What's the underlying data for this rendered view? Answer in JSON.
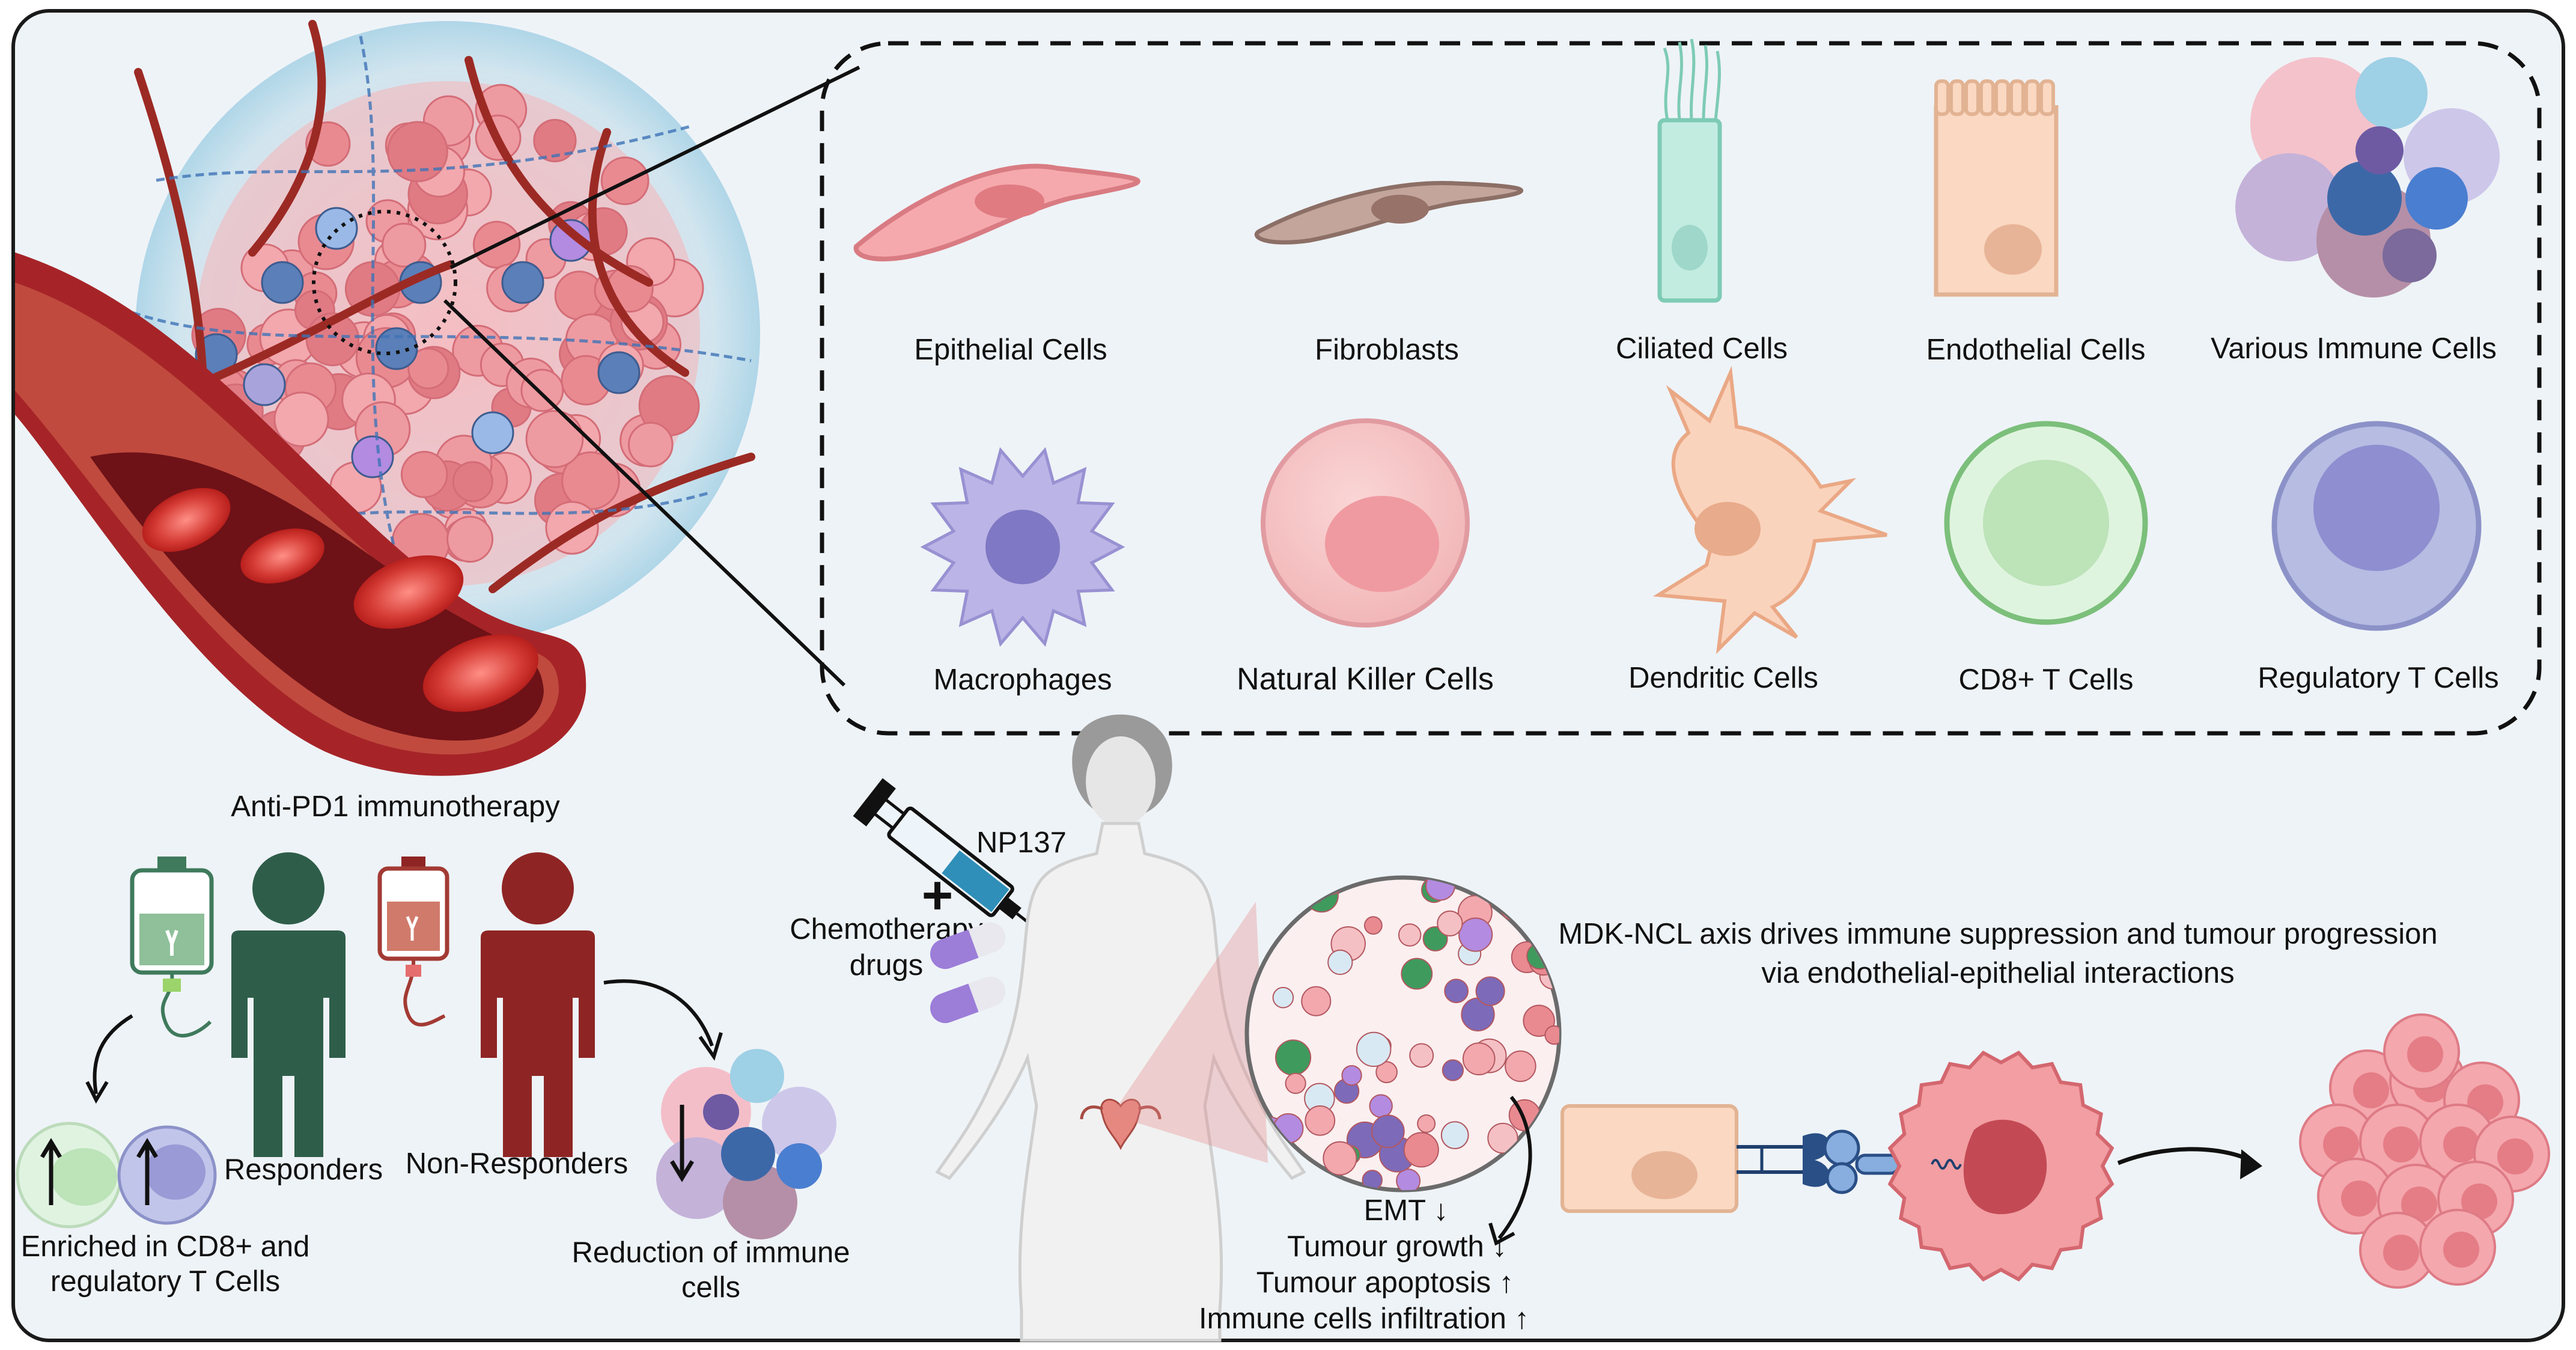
{
  "cell_types": {
    "row1": [
      "Epithelial Cells",
      "Fibroblasts",
      "Ciliated Cells",
      "Endothelial Cells",
      "Various Immune Cells"
    ],
    "row2": [
      "Macrophages",
      "Natural Killer Cells",
      "Dendritic Cells",
      "CD8+ T Cells",
      "Regulatory T Cells"
    ]
  },
  "immunotherapy": {
    "title": "Anti-PD1 immunotherapy",
    "responders": "Responders",
    "non_responders": "Non-Responders",
    "enriched_line1": "Enriched in CD8+  and",
    "enriched_line2": "regulatory T Cells",
    "reduction_line1": "Reduction of immune",
    "reduction_line2": "cells"
  },
  "treatment": {
    "drug": "NP137",
    "plus": "+",
    "chemo_line1": "Chemotherapy",
    "chemo_line2": "drugs",
    "outcomes": [
      "EMT ↓",
      "Tumour growth ↓",
      "Tumour apoptosis ↑",
      "Immune cells infiltration ↑"
    ]
  },
  "mechanism": {
    "line1": "MDK-NCL axis drives immune suppression and tumour progression",
    "line2": "via endothelial-epithelial interactions"
  },
  "colors": {
    "background": "#eef3f7",
    "responder_green": "#2e5e4a",
    "non_responder_red": "#8e2524",
    "vessel_red": "#8b1f22",
    "tumour_pink": "#f19c9f",
    "immune_blue": "#5b7fb8",
    "macrophage_purple": "#a9a3dc"
  },
  "icons": [
    "tumour-tissue-icon",
    "blood-vessel-icon",
    "iv-bag-icon",
    "person-icon",
    "syringe-icon",
    "pill-icon",
    "woman-silhouette-icon",
    "uterus-icon",
    "receptor-ligand-icon",
    "cancer-cell-icon",
    "tumour-cluster-icon"
  ]
}
